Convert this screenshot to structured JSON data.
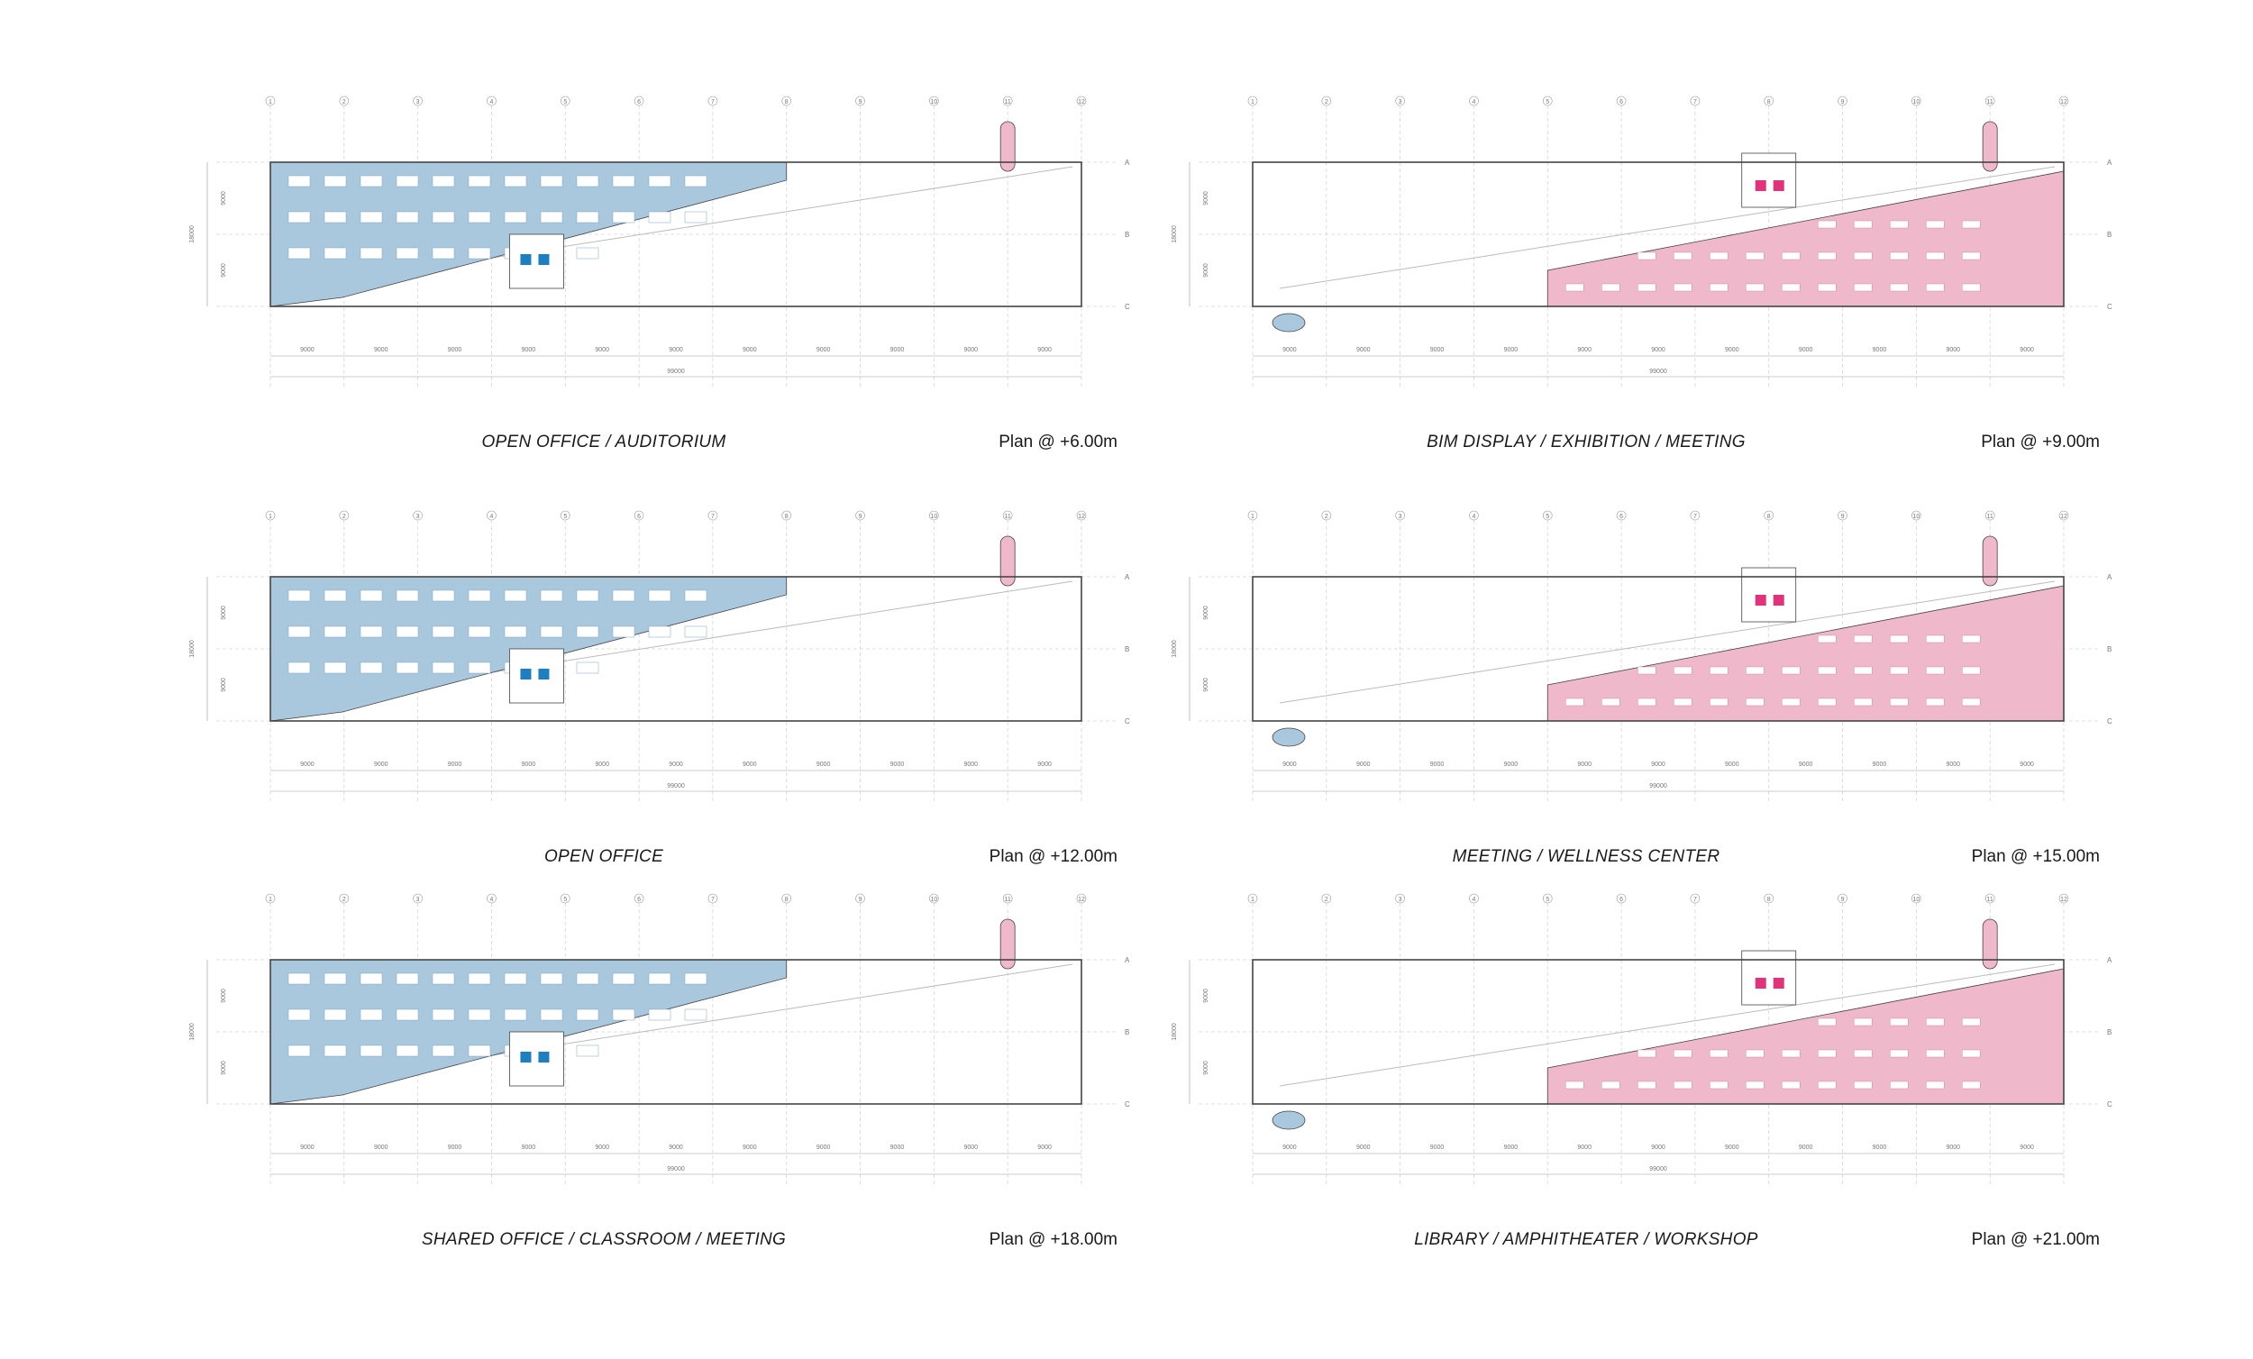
{
  "plans": [
    {
      "program": "OPEN OFFICE / AUDITORIUM",
      "level": "Plan @ +6.00m",
      "zone": "left-office"
    },
    {
      "program": "BIM DISPLAY / EXHIBITION / MEETING",
      "level": "Plan @ +9.00m",
      "zone": "right-pink"
    },
    {
      "program": "OPEN OFFICE",
      "level": "Plan @ +12.00m",
      "zone": "left-office"
    },
    {
      "program": "MEETING / WELLNESS CENTER",
      "level": "Plan @ +15.00m",
      "zone": "right-pink"
    },
    {
      "program": "SHARED OFFICE / CLASSROOM / MEETING",
      "level": "Plan @ +18.00m",
      "zone": "left-office"
    },
    {
      "program": "LIBRARY / AMPHITHEATER / WORKSHOP",
      "level": "Plan @ +21.00m",
      "zone": "right-pink"
    }
  ],
  "grid": {
    "columns": [
      "1",
      "2",
      "3",
      "4",
      "5",
      "6",
      "7",
      "8",
      "9",
      "10",
      "11",
      "12"
    ],
    "rows": [
      "A",
      "B",
      "C"
    ],
    "bay_dim": "9000",
    "overall_dim": "99000",
    "depth_dims": [
      "9000",
      "9000"
    ],
    "depth_total": "18000"
  },
  "colors": {
    "office": "#a9c8de",
    "pink": "#f0b8cb",
    "line": "#444444",
    "seat": "#ffffff",
    "blue_chair": "#1e7fc0",
    "pink_chair": "#e0337a"
  },
  "icons": [
    "floor-plan-drawing",
    "grid-bubble"
  ]
}
